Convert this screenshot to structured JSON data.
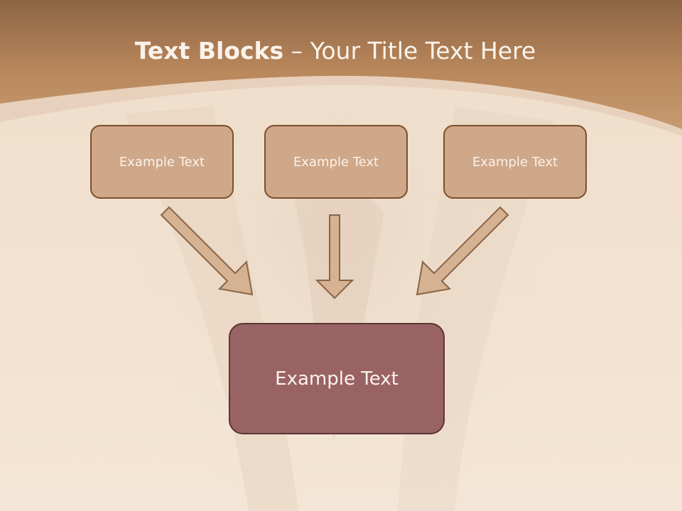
{
  "title": {
    "bold": "Text Blocks",
    "dash": " – ",
    "rest": "Your Title Text Here"
  },
  "blocks": [
    {
      "label": "Example Text"
    },
    {
      "label": "Example Text"
    },
    {
      "label": "Example Text"
    }
  ],
  "main_block": {
    "label": "Example Text"
  },
  "colors": {
    "header_band": "#b07a4f",
    "small_box_fill": "#cfa789",
    "small_box_border": "#7c4f2d",
    "main_box_fill": "#9a6363",
    "main_box_border": "#5a3535",
    "arrow_fill": "#d5b292",
    "arrow_border": "#8a6445",
    "text_light": "#fbf3ea"
  }
}
